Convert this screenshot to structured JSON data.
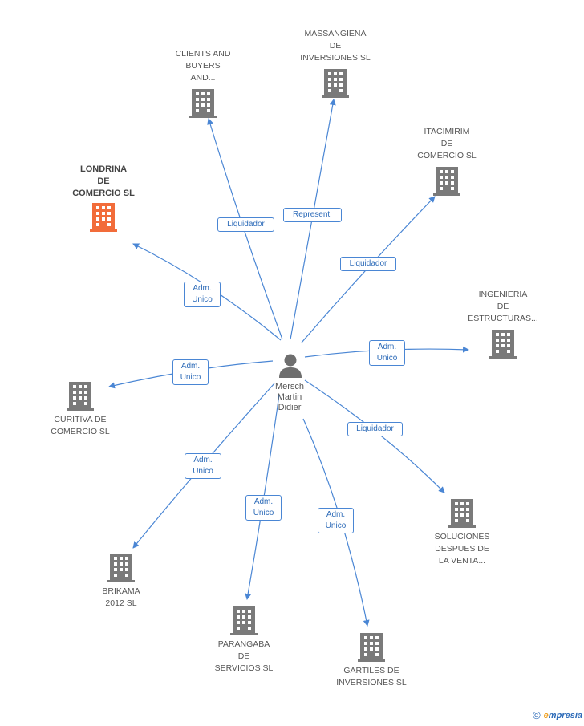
{
  "center": {
    "name": "Mersch\nMartin\nDidier",
    "icon": "person-icon"
  },
  "companies": [
    {
      "id": "londrina",
      "name": "LONDRINA\nDE\nCOMERCIO SL",
      "highlight": true,
      "icon": "building-icon"
    },
    {
      "id": "clients",
      "name": "CLIENTS AND\nBUYERS\nAND...",
      "icon": "building-icon"
    },
    {
      "id": "massangiena",
      "name": "MASSANGIENA\nDE\nINVERSIONES SL",
      "icon": "building-icon"
    },
    {
      "id": "itacimirim",
      "name": "ITACIMIRIM\nDE\nCOMERCIO SL",
      "icon": "building-icon"
    },
    {
      "id": "ingenieria",
      "name": "INGENIERIA\nDE\nESTRUCTURAS...",
      "icon": "building-icon"
    },
    {
      "id": "curitiva",
      "name": "CURITIVA DE\nCOMERCIO SL",
      "icon": "building-icon"
    },
    {
      "id": "soluciones",
      "name": "SOLUCIONES\nDESPUES DE\nLA VENTA...",
      "icon": "building-icon"
    },
    {
      "id": "brikama",
      "name": "BRIKAMA\n2012 SL",
      "icon": "building-icon"
    },
    {
      "id": "parangaba",
      "name": "PARANGABA\nDE\nSERVICIOS SL",
      "icon": "building-icon"
    },
    {
      "id": "gartiles",
      "name": "GARTILES DE\nINVERSIONES SL",
      "icon": "building-icon"
    }
  ],
  "relations": [
    {
      "to": "londrina",
      "label": "Adm.\nUnico"
    },
    {
      "to": "clients",
      "label": "Liquidador"
    },
    {
      "to": "massangiena",
      "label": "Represent."
    },
    {
      "to": "itacimirim",
      "label": "Liquidador"
    },
    {
      "to": "ingenieria",
      "label": "Adm.\nUnico"
    },
    {
      "to": "curitiva",
      "label": "Adm.\nUnico"
    },
    {
      "to": "soluciones",
      "label": "Liquidador"
    },
    {
      "to": "brikama",
      "label": "Adm.\nUnico"
    },
    {
      "to": "parangaba",
      "label": "Adm.\nUnico"
    },
    {
      "to": "gartiles",
      "label": "Adm.\nUnico"
    }
  ],
  "colors": {
    "edge": "#4a86d4",
    "building": "#7a7a7a",
    "highlight": "#f26c3a",
    "person": "#6e6e6e"
  },
  "footer": {
    "copyright": "©",
    "brand_initial": "e",
    "brand_rest": "mpresia"
  }
}
